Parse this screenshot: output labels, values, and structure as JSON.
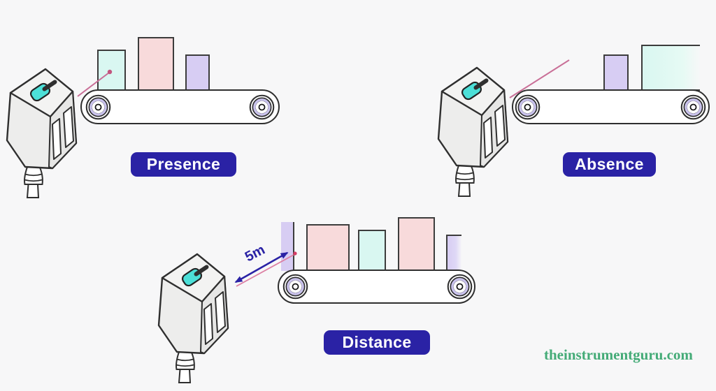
{
  "scenes": [
    {
      "id": "presence",
      "label": "Presence",
      "boxes": [
        "cyan",
        "pink",
        "lavender"
      ]
    },
    {
      "id": "absence",
      "label": "Absence",
      "boxes": [
        "lavender",
        "cyan"
      ]
    },
    {
      "id": "distance",
      "label": "Distance",
      "measurement": "5m",
      "boxes": [
        "lavender",
        "pink",
        "cyan",
        "pink",
        "lavender"
      ]
    }
  ],
  "watermark": "theinstrumentguru.com",
  "palette": {
    "background": "#f7f7f8",
    "outline": "#2f2f2f",
    "label_bg": "#2a22a5",
    "label_text": "#ffffff",
    "arrow": "#2a22a5",
    "laser": "#c96f97",
    "laser_dot": "#d63c64",
    "sensor_body": "#ededec",
    "sensor_lens": "#4ce0d8",
    "box_cyan": "#d9f7f1",
    "box_pink": "#f8dadb",
    "box_lavender": "#d7cdf3",
    "wheel_ring": "#c9c2ec",
    "belt_fill": "#ffffff",
    "watermark_color": "#44ab77"
  }
}
